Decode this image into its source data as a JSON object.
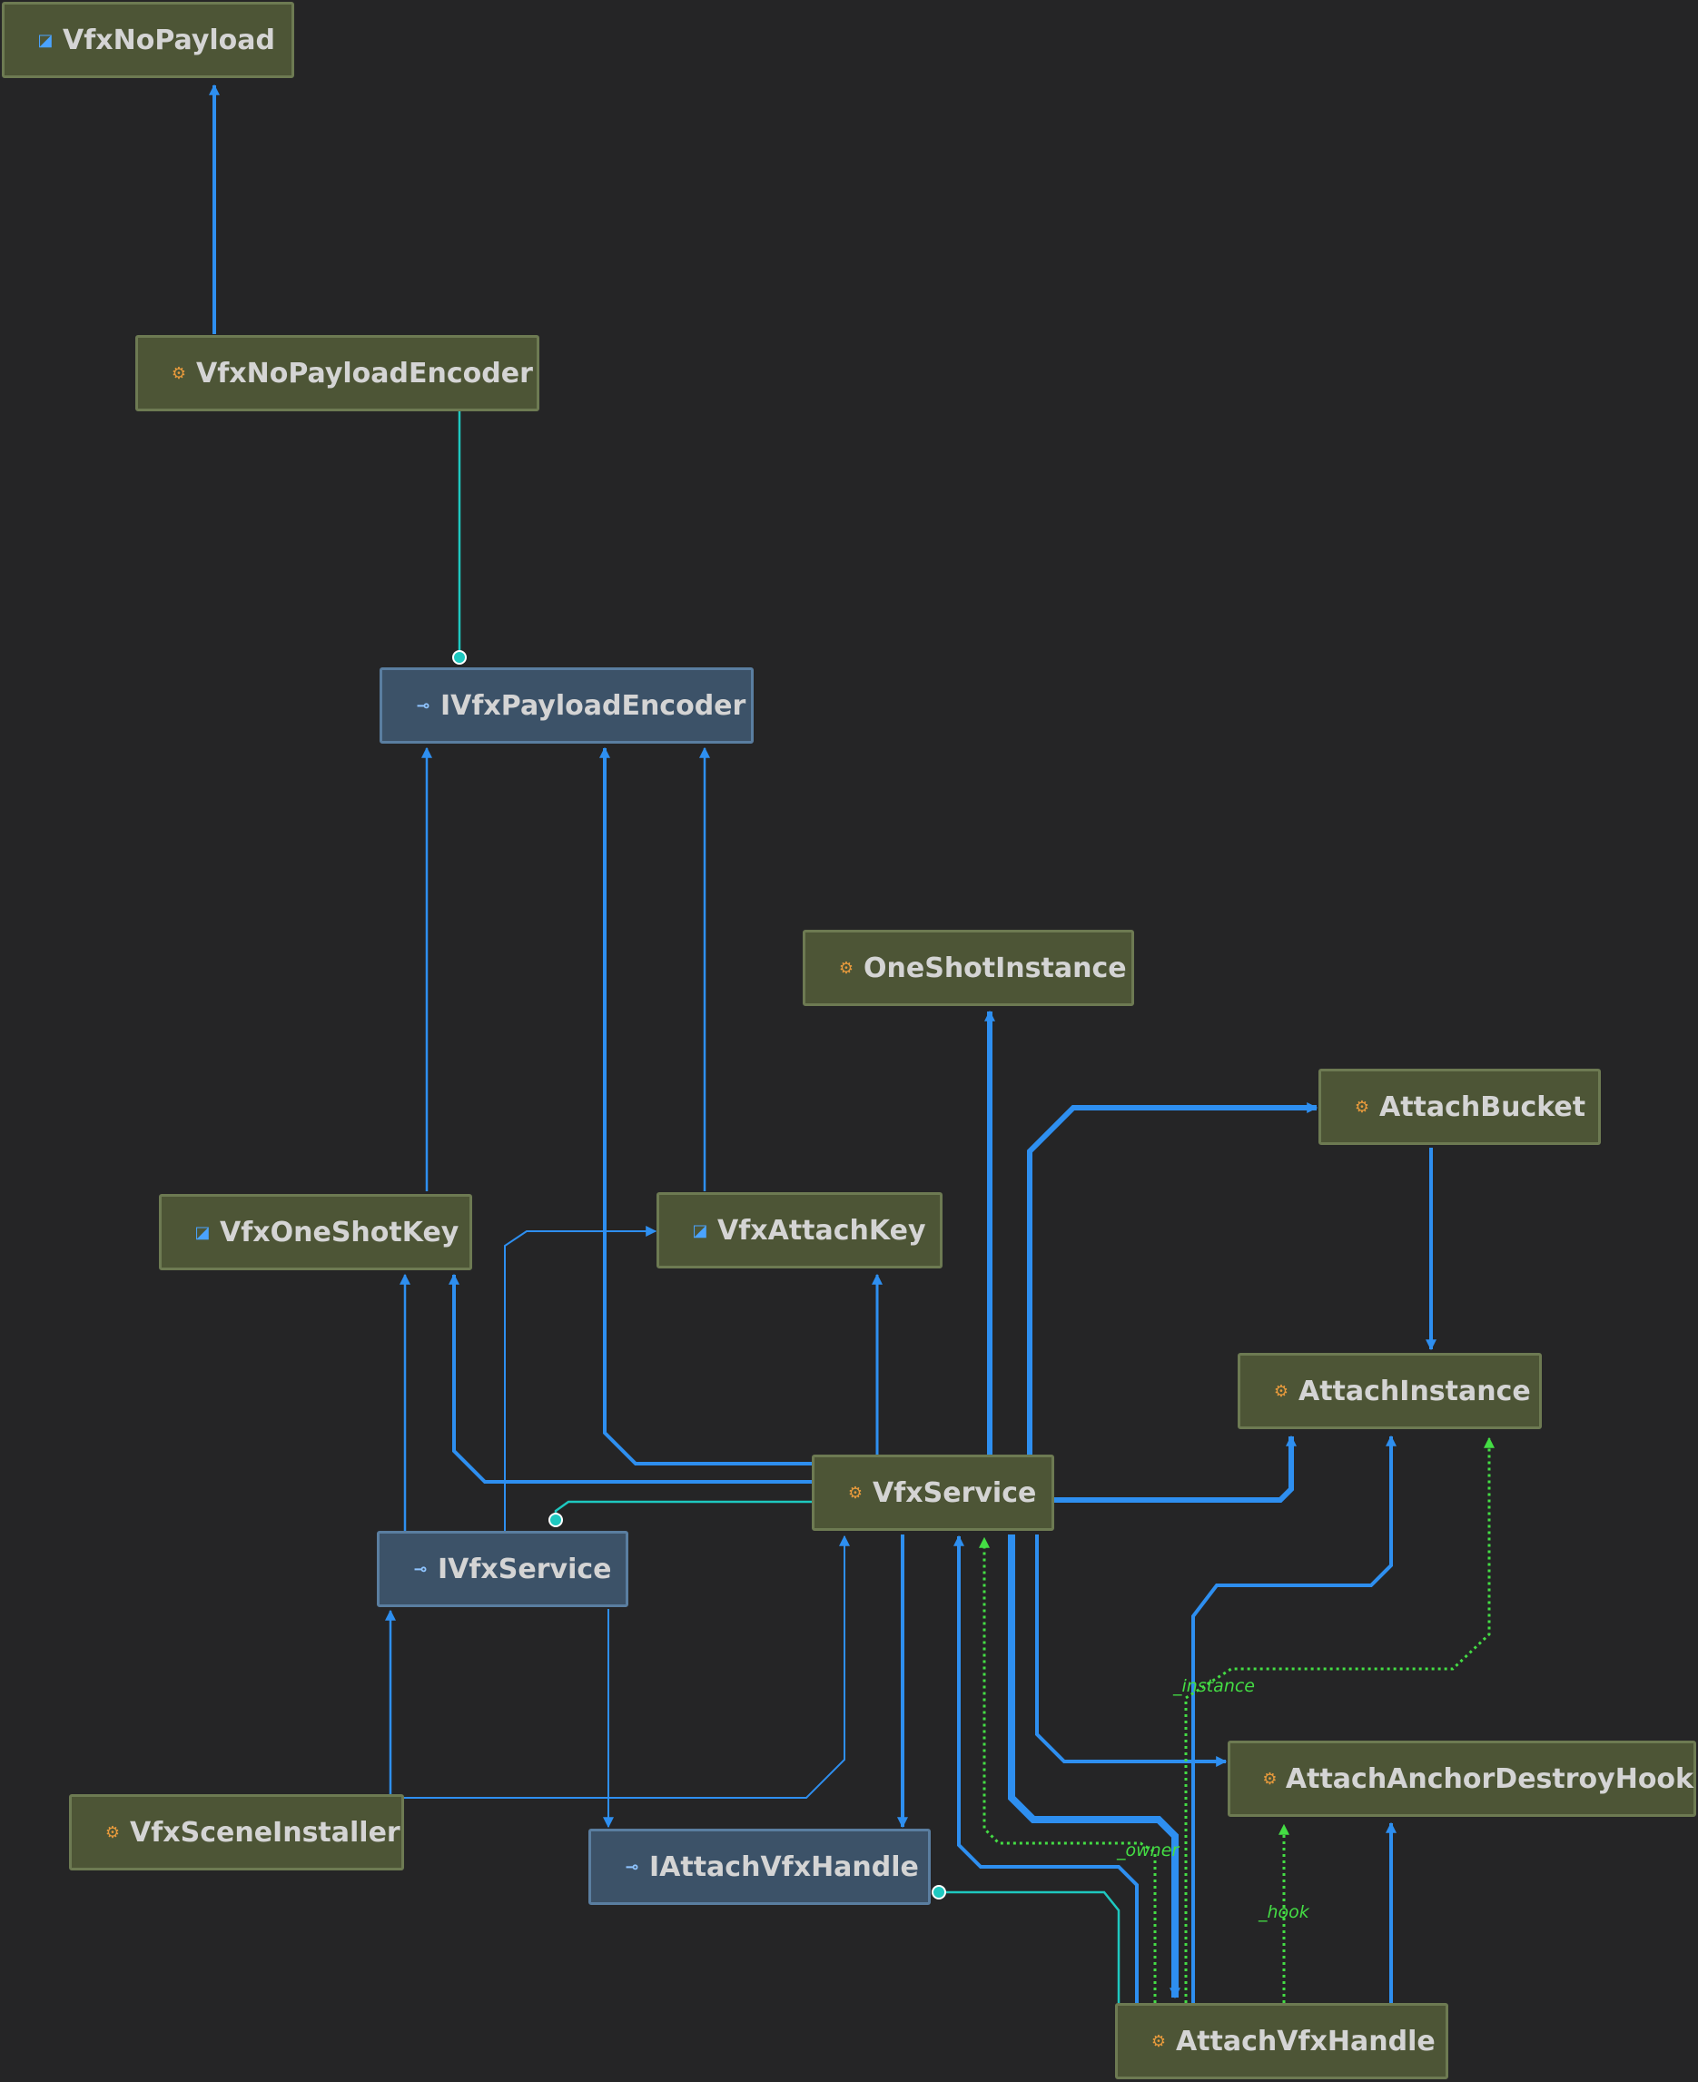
{
  "nodes": {
    "vfx_no_payload": {
      "label": "VfxNoPayload",
      "kind": "struct",
      "icon": "struct-icon"
    },
    "vfx_no_payload_encoder": {
      "label": "VfxNoPayloadEncoder",
      "kind": "class",
      "icon": "class-icon"
    },
    "ivfx_payload_encoder": {
      "label": "IVfxPayloadEncoder",
      "kind": "interface",
      "icon": "interface-icon"
    },
    "one_shot_instance": {
      "label": "OneShotInstance",
      "kind": "class",
      "icon": "class-icon"
    },
    "attach_bucket": {
      "label": "AttachBucket",
      "kind": "class",
      "icon": "class-icon"
    },
    "vfx_one_shot_key": {
      "label": "VfxOneShotKey",
      "kind": "struct",
      "icon": "struct-icon"
    },
    "vfx_attach_key": {
      "label": "VfxAttachKey",
      "kind": "struct",
      "icon": "struct-icon"
    },
    "attach_instance": {
      "label": "AttachInstance",
      "kind": "class",
      "icon": "class-icon"
    },
    "vfx_service": {
      "label": "VfxService",
      "kind": "class",
      "icon": "class-icon"
    },
    "ivfx_service": {
      "label": "IVfxService",
      "kind": "interface",
      "icon": "interface-icon"
    },
    "attach_anchor_destroy_hook": {
      "label": "AttachAnchorDestroyHook",
      "kind": "class",
      "icon": "class-icon"
    },
    "vfx_scene_installer": {
      "label": "VfxSceneInstaller",
      "kind": "class",
      "icon": "class-icon"
    },
    "iattach_vfx_handle": {
      "label": "IAttachVfxHandle",
      "kind": "interface",
      "icon": "interface-icon"
    },
    "attach_vfx_handle": {
      "label": "AttachVfxHandle",
      "kind": "class",
      "icon": "class-icon"
    }
  },
  "edge_labels": {
    "instance": "_instance",
    "owner": "_owner",
    "hook": "_hook"
  },
  "colors": {
    "background": "#252526",
    "class_fill": "#4d5536",
    "interface_fill": "#3c5268",
    "dependency": "#2e8ff0",
    "implements": "#1ec8c0",
    "field_reference": "#44dd44"
  }
}
